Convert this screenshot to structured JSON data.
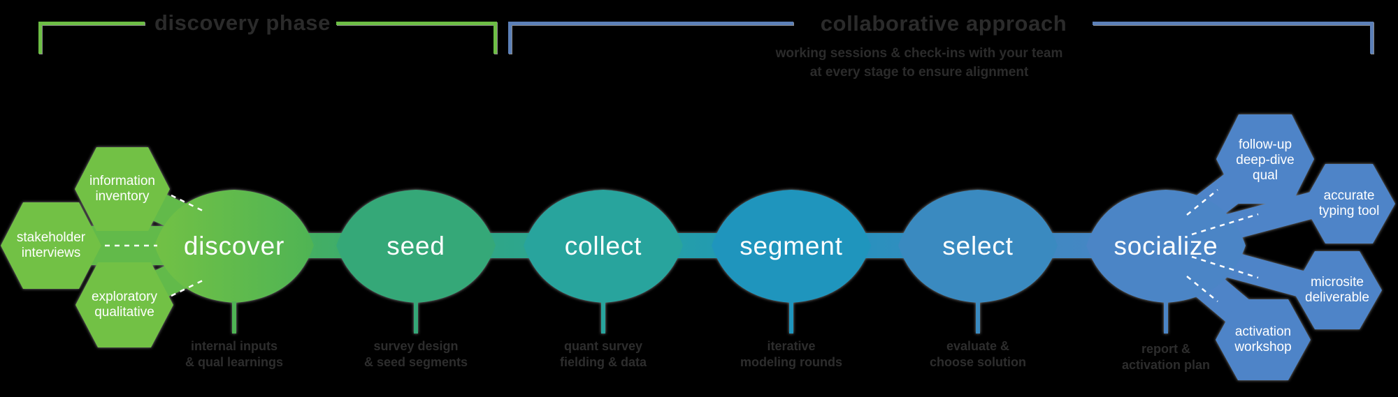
{
  "header": {
    "left": {
      "title": "discovery phase"
    },
    "right": {
      "title": "collaborative approach",
      "subtitle_line1": "working sessions & check-ins with your team",
      "subtitle_line2": "at every stage to ensure alignment"
    }
  },
  "flow": {
    "nodes": [
      {
        "label": "discover",
        "sub1": "internal inputs",
        "sub2": "& qual learnings"
      },
      {
        "label": "seed",
        "sub1": "survey design",
        "sub2": "& seed segments"
      },
      {
        "label": "collect",
        "sub1": "quant survey",
        "sub2": "fielding & data"
      },
      {
        "label": "segment",
        "sub1": "iterative",
        "sub2": "modeling rounds"
      },
      {
        "label": "select",
        "sub1": "evaluate &",
        "sub2": "choose solution"
      },
      {
        "label": "socialize",
        "sub1": "report &",
        "sub2": "activation plan"
      }
    ]
  },
  "left_cluster": {
    "hexagons": [
      {
        "line1": "information",
        "line2": "inventory"
      },
      {
        "line1": "stakeholder",
        "line2": "interviews"
      },
      {
        "line1": "exploratory",
        "line2": "qualitative"
      }
    ]
  },
  "right_cluster": {
    "hexagons": [
      {
        "line1": "follow-up",
        "line2": "deep-dive",
        "line3": "qual"
      },
      {
        "line1": "accurate",
        "line2": "typing tool"
      },
      {
        "line1": "microsite",
        "line2": "deliverable"
      },
      {
        "line1": "activation",
        "line2": "workshop"
      }
    ]
  },
  "colors": {
    "green_bracket": "#6dbe45",
    "blue_bracket": "#5c80b8",
    "header_text": "#2b2b2b",
    "hex_green": "#72c145",
    "arm_green": "#62ba4a",
    "discover": "#4fb454",
    "seed": "#35a878",
    "collect": "#28a49d",
    "segment": "#1f95bd",
    "select": "#3a8ac0",
    "socialize": "#4b85c6",
    "hex_blue": "#4e84c8",
    "dash": "#ffffff"
  }
}
